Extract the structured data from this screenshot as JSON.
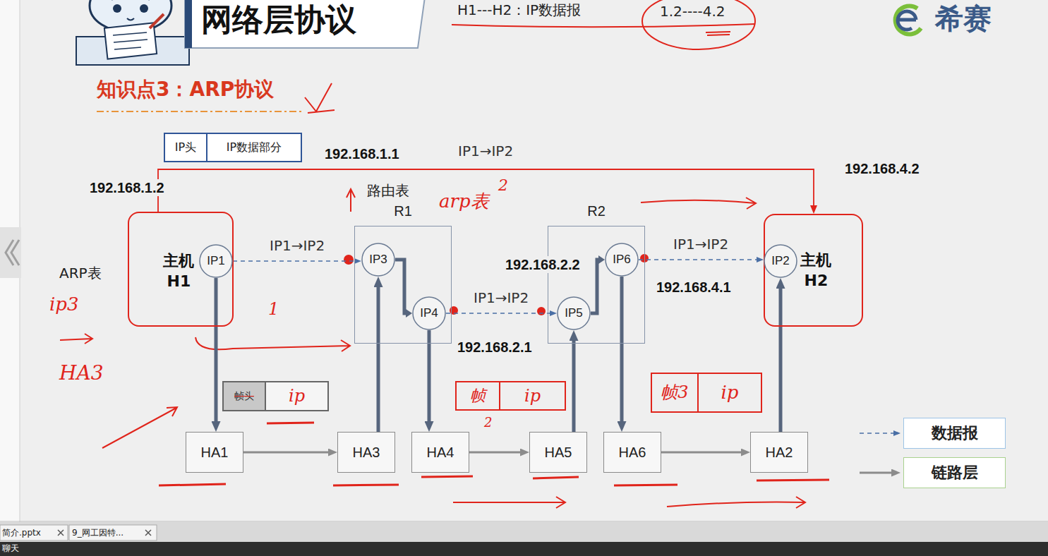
{
  "diagram": {
    "title": "网络层协议",
    "nodes": [
      {
        "text": [
          "IP头",
          "IP数据部分"
        ]
      },
      {
        "text": [
          "主机 H1"
        ]
      },
      {
        "text": [
          "IP1"
        ],
        "in": 1
      },
      {
        "text": [
          "R1"
        ]
      },
      {
        "text": [
          "IP3"
        ],
        "in": 3
      },
      {
        "text": [
          "IP4"
        ],
        "in": 3
      },
      {
        "text": [
          "R2"
        ]
      },
      {
        "text": [
          "IP5"
        ],
        "in": 6
      },
      {
        "text": [
          "IP6"
        ],
        "in": 6
      },
      {
        "text": [
          "主机 H2"
        ]
      },
      {
        "text": [
          "IP2"
        ],
        "in": 9
      },
      {
        "text": [
          "帧头",
          "ip"
        ]
      },
      {
        "text": [
          "HA1"
        ]
      },
      {
        "text": [
          "HA3"
        ]
      },
      {
        "text": [
          "HA4"
        ]
      },
      {
        "text": [
          "HA5"
        ]
      },
      {
        "text": [
          "HA6"
        ]
      },
      {
        "text": [
          "HA2"
        ]
      },
      {
        "text": [
          "帧",
          "ip"
        ]
      },
      {
        "text": [
          "帧3",
          "ip"
        ]
      }
    ],
    "edges": [
      {
        "from": 2,
        "to": 4,
        "arrow": "to",
        "label": "IP1→IP2"
      },
      {
        "from": 5,
        "to": 7,
        "arrow": "to",
        "label": "IP1→IP2"
      },
      {
        "from": 8,
        "to": 10,
        "arrow": "to",
        "label": "IP1→IP2"
      },
      {
        "from": 2,
        "to": 12,
        "arrow": "to"
      },
      {
        "from": 12,
        "to": 13,
        "arrow": "to"
      },
      {
        "from": 13,
        "to": 4,
        "arrow": "to"
      },
      {
        "from": 4,
        "to": 5,
        "arrow": "to"
      },
      {
        "from": 5,
        "to": 14,
        "arrow": "to"
      },
      {
        "from": 14,
        "to": 15,
        "arrow": "to"
      },
      {
        "from": 15,
        "to": 7,
        "arrow": "to"
      },
      {
        "from": 7,
        "to": 8,
        "arrow": "to"
      },
      {
        "from": 8,
        "to": 16,
        "arrow": "to"
      },
      {
        "from": 16,
        "to": 17,
        "arrow": "to"
      },
      {
        "from": 17,
        "to": 10,
        "arrow": "to"
      },
      {
        "from": 1,
        "to": 9,
        "arrow": "to",
        "label": "IP1→IP2"
      }
    ],
    "labels": [
      "H1---H2：IP数据报",
      "1.2----4.2",
      "希赛",
      "知识点3：ARP协议",
      "192.168.1.1",
      "192.168.4.2",
      "192.168.1.2",
      "路由表",
      "arp表",
      "2",
      "192.168.2.2",
      "192.168.4.1",
      "192.168.2.1",
      "ARP表",
      "ip3",
      "HA3",
      "1",
      "2",
      "简介.pptx",
      "9_网工因特...",
      "聊天"
    ],
    "legend": [
      {
        "text": "数据报"
      },
      {
        "text": "链路层"
      }
    ]
  }
}
